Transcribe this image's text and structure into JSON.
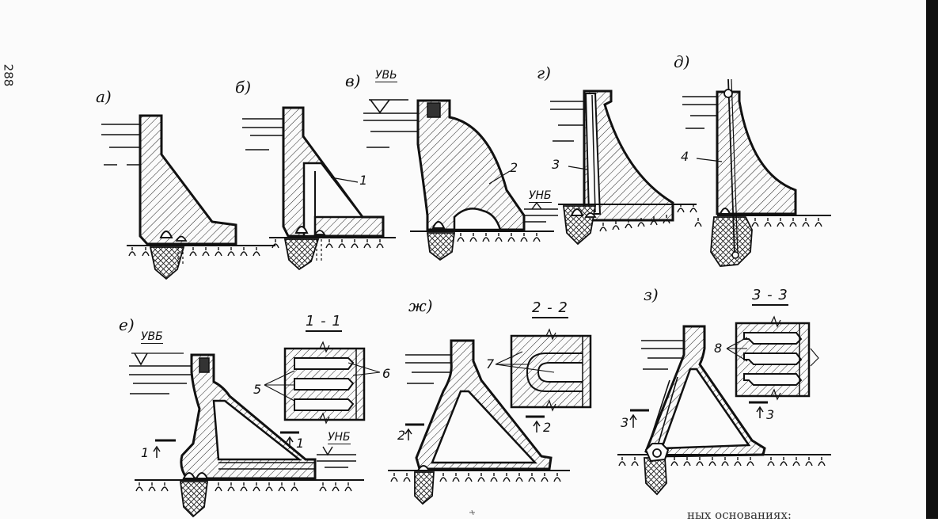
{
  "page_number": "288",
  "panels": {
    "a": "а)",
    "b": "б)",
    "v": "в)",
    "g": "г)",
    "d": "д)",
    "e": "е)",
    "zh": "ж)",
    "z": "з)"
  },
  "water_levels": {
    "upstream_v": "УВЬ",
    "downstream_v": "УНБ",
    "upstream_e": "УВБ",
    "downstream_e": "УНБ"
  },
  "sections": {
    "s1": "1 - 1",
    "s2": "2 - 2",
    "s3": "3 - 3"
  },
  "callouts": {
    "n1": "1",
    "n2": "2",
    "n3": "3",
    "n4": "4",
    "n5": "5",
    "n6": "6",
    "n7": "7",
    "n8": "8"
  },
  "cut_marks": {
    "e_left": "1",
    "e_right": "1",
    "zh_left": "2",
    "zh_right": "2",
    "z_left": "3",
    "z_right": "3"
  },
  "caption_fragment": "ных основаниях:",
  "colors": {
    "ink": "#111111",
    "paper": "#fbfbfb",
    "hatch": "#222222",
    "binding": "#111111"
  }
}
